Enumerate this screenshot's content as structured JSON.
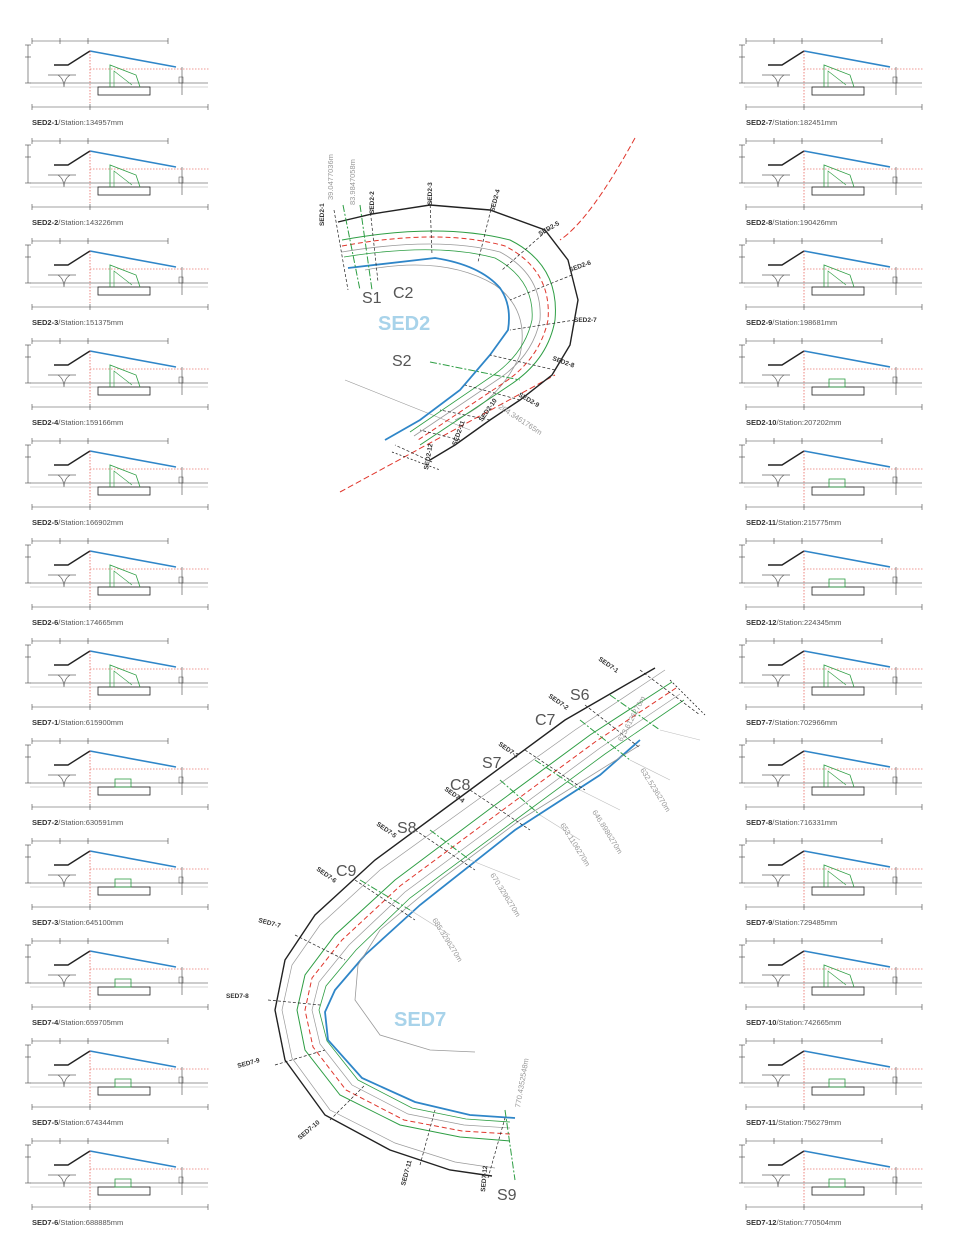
{
  "sections": [
    {
      "name": "SED2-1",
      "station": "/Station:134957mm",
      "mode": "tri"
    },
    {
      "name": "SED2-2",
      "station": "/Station:143226mm",
      "mode": "tri"
    },
    {
      "name": "SED2-3",
      "station": "/Station:151375mm",
      "mode": "tri"
    },
    {
      "name": "SED2-4",
      "station": "/Station:159166mm",
      "mode": "tri"
    },
    {
      "name": "SED2-5",
      "station": "/Station:166902mm",
      "mode": "tri"
    },
    {
      "name": "SED2-6",
      "station": "/Station:174665mm",
      "mode": "tri"
    },
    {
      "name": "SED2-7",
      "station": "/Station:182451mm",
      "mode": "tri"
    },
    {
      "name": "SED2-8",
      "station": "/Station:190426mm",
      "mode": "tri"
    },
    {
      "name": "SED2-9",
      "station": "/Station:198681mm",
      "mode": "tri"
    },
    {
      "name": "SED2-10",
      "station": "/Station:207202mm",
      "mode": "box"
    },
    {
      "name": "SED2-11",
      "station": "/Station:215775mm",
      "mode": "box"
    },
    {
      "name": "SED2-12",
      "station": "/Station:224345mm",
      "mode": "box"
    },
    {
      "name": "SED7-1",
      "station": "/Station:615900mm",
      "mode": "tri"
    },
    {
      "name": "SED7-2",
      "station": "/Station:630591mm",
      "mode": "box"
    },
    {
      "name": "SED7-3",
      "station": "/Station:645100mm",
      "mode": "box"
    },
    {
      "name": "SED7-4",
      "station": "/Station:659705mm",
      "mode": "box"
    },
    {
      "name": "SED7-5",
      "station": "/Station:674344mm",
      "mode": "box"
    },
    {
      "name": "SED7-6",
      "station": "/Station:688885mm",
      "mode": "box"
    },
    {
      "name": "SED7-7",
      "station": "/Station:702966mm",
      "mode": "tri"
    },
    {
      "name": "SED7-8",
      "station": "/Station:716331mm",
      "mode": "tri"
    },
    {
      "name": "SED7-9",
      "station": "/Station:729485mm",
      "mode": "tri"
    },
    {
      "name": "SED7-10",
      "station": "/Station:742665mm",
      "mode": "tri"
    },
    {
      "name": "SED7-11",
      "station": "/Station:756279mm",
      "mode": "box"
    },
    {
      "name": "SED7-12",
      "station": "/Station:770504mm",
      "mode": "box"
    }
  ],
  "sed2": {
    "title": "SED2",
    "markers": {
      "s1": "S1",
      "c2": "C2",
      "s2": "S2"
    },
    "cut_labels": [
      "SED2-1",
      "SED2-2",
      "SED2-3",
      "SED2-4",
      "SED2-5",
      "SED2-6",
      "SED2-7",
      "SED2-8",
      "SED2-9",
      "SED2-10",
      "SED2-11",
      "SED2-12"
    ],
    "measures": [
      "39.0477036m",
      "83.9847058m",
      "204.3461765m"
    ]
  },
  "sed7": {
    "title": "SED7",
    "markers": {
      "s6": "S6",
      "c7": "C7",
      "s7": "S7",
      "c8": "C8",
      "s8": "S8",
      "c9": "C9",
      "s9": "S9"
    },
    "cut_labels": [
      "SED7-1",
      "SED7-2",
      "SED7-3",
      "SED7-4",
      "SED7-5",
      "SED7-6",
      "SED7-7",
      "SED7-8",
      "SED7-9",
      "SED7-10",
      "SED7-11",
      "SED7-12"
    ],
    "measures": [
      "623.6126270m",
      "632.5236270m",
      "646.8986270m",
      "653.1106270m",
      "670.3296270m",
      "685.3296270m",
      "770.4352548m"
    ]
  },
  "colors": {
    "profile": "#2f86c8",
    "edge": "#222222",
    "green": "#2e9e44",
    "red": "#e0362c",
    "gray": "#9a9a9a",
    "title": "#a8d3ea"
  }
}
